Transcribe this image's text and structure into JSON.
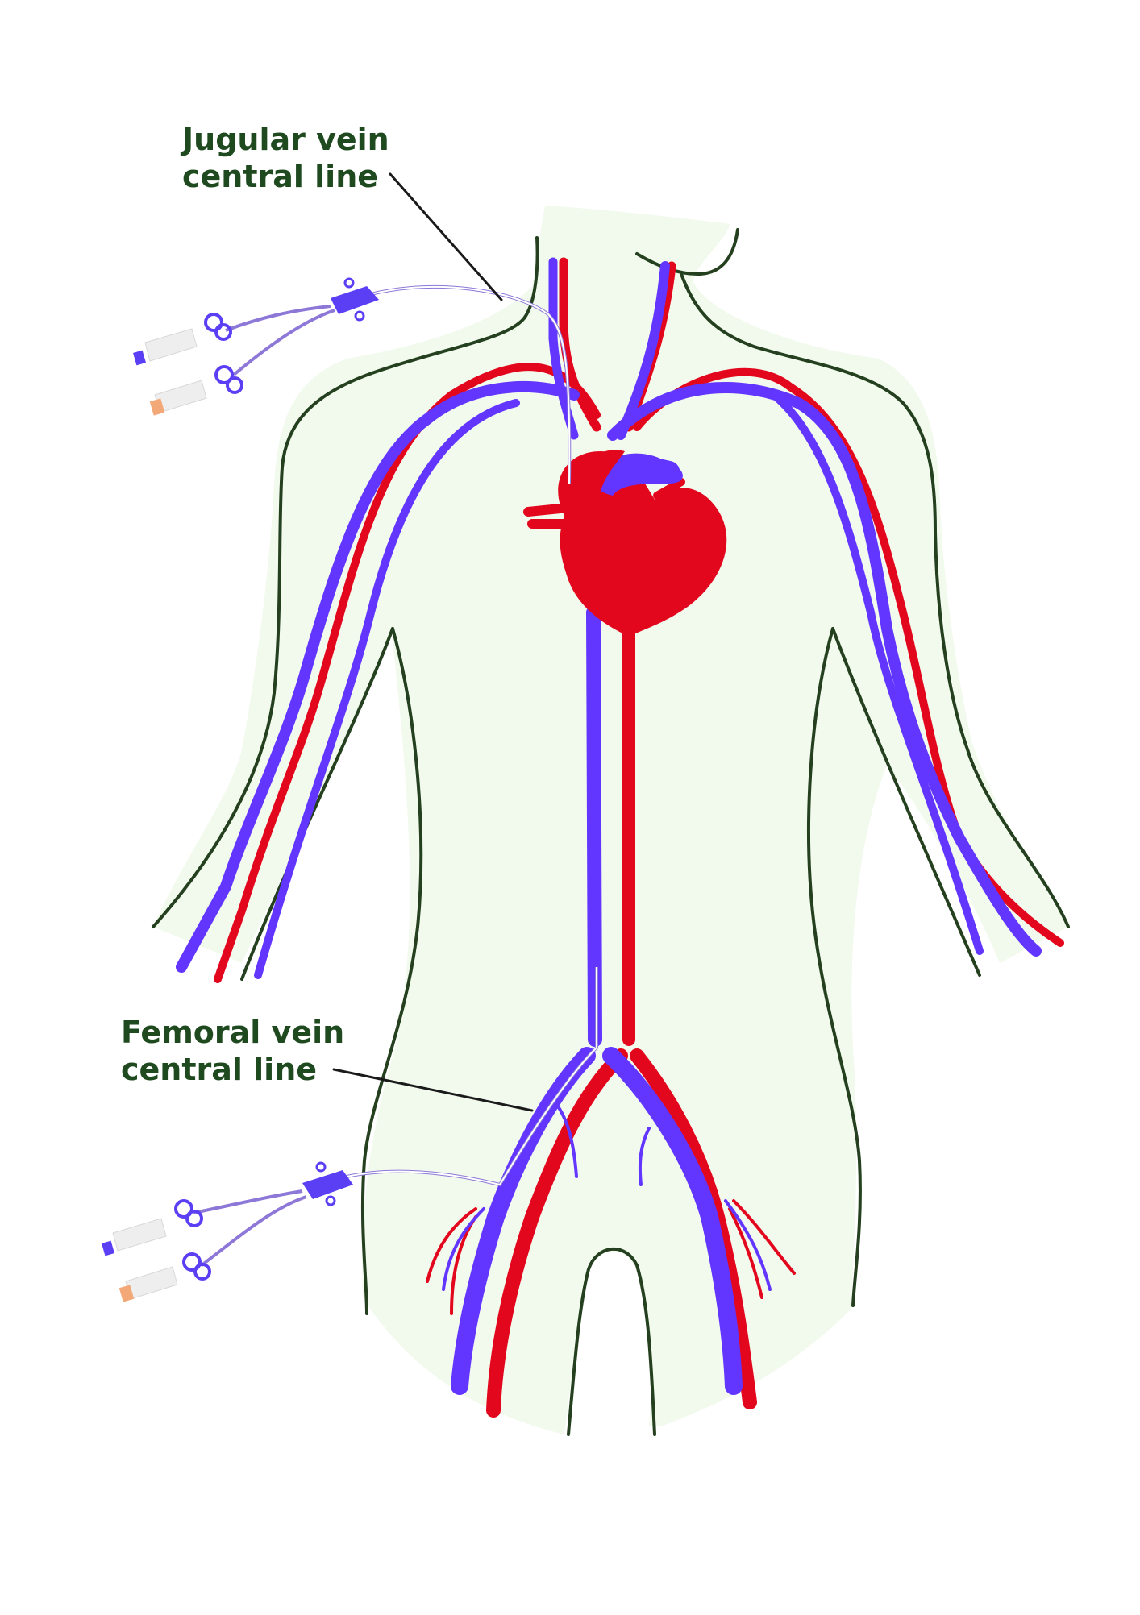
{
  "labels": {
    "jugular": {
      "line1": "Jugular vein",
      "line2": "central line"
    },
    "femoral": {
      "line1": "Femoral vein",
      "line2": "central line"
    }
  },
  "colors": {
    "background": "#ffffff",
    "body_fill": "#f2faee",
    "outline": "#24401f",
    "artery": "#e3071d",
    "vein": "#6236ff",
    "label_text": "#1f4a1f",
    "catheter_line": "#8d78d8",
    "cap_white": "#eeeeee",
    "cap_orange": "#f3a878",
    "cap_blue": "#5b3ff4"
  },
  "icons": [
    "heart-icon",
    "catheter-icon"
  ]
}
